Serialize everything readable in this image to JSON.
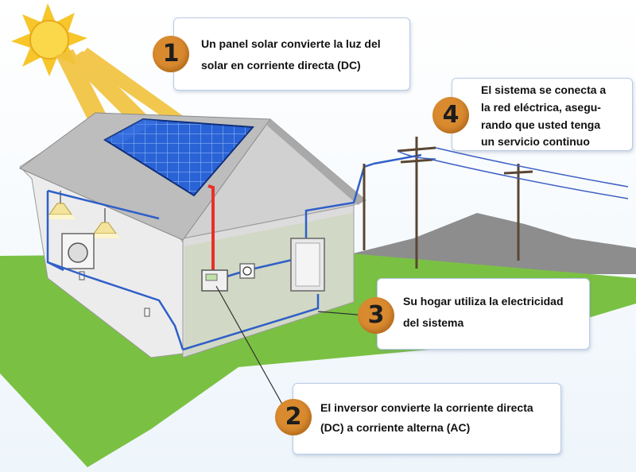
{
  "callouts": [
    {
      "number": "1",
      "line1": "Un panel solar convierte la luz del",
      "line2": "solar en corriente directa (DC)",
      "line3": "",
      "line4": ""
    },
    {
      "number": "2",
      "line1": "El inversor convierte la corriente directa",
      "line2": "(DC) a corriente alterna (AC)",
      "line3": "",
      "line4": ""
    },
    {
      "number": "3",
      "line1": "Su hogar utiliza la electricidad",
      "line2": "del sistema",
      "line3": "",
      "line4": ""
    },
    {
      "number": "4",
      "line1": "El sistema se conecta a",
      "line2": "la red eléctrica, asegu-",
      "line3": "rando que usted tenga",
      "line4": "un servicio continuo"
    }
  ],
  "colors": {
    "badge": "#d98a2f",
    "grass": "#7ac143",
    "wire_dc": "#e8302a",
    "wire_ac": "#2f5fc8",
    "panel": "#1f55c9",
    "sun": "#f6c62a",
    "sunbeam": "#f2c23a"
  },
  "icons": [
    "sun-icon",
    "solar-panel-icon",
    "inverter-icon",
    "meter-icon",
    "breaker-panel-icon",
    "ceiling-lamp-icon",
    "washing-machine-icon",
    "power-pole-icon"
  ]
}
